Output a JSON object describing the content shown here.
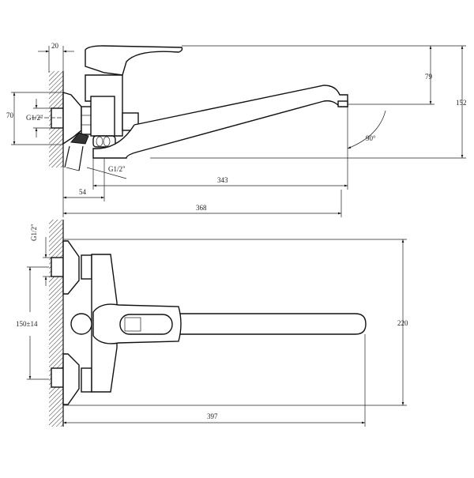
{
  "title": "Wall-mounted single-lever faucet with long spout - technical drawing",
  "side_view": {
    "dim_wall": "20",
    "dim_height_escutcheon": "70",
    "thread_inlet": "G1/2\"",
    "thread_outlet": "G1/2\"",
    "dim_top_to_spout": "79",
    "dim_total_height": "152",
    "angle": "90°",
    "dim_spout_reach": "343",
    "dim_outlet_offset": "54",
    "dim_total_reach": "368"
  },
  "top_view": {
    "thread_inlet": "G1/2\"",
    "dim_center_distance": "150±14",
    "dim_width": "220",
    "dim_length": "397"
  },
  "colors": {
    "line": "#111111",
    "background": "#ffffff"
  }
}
